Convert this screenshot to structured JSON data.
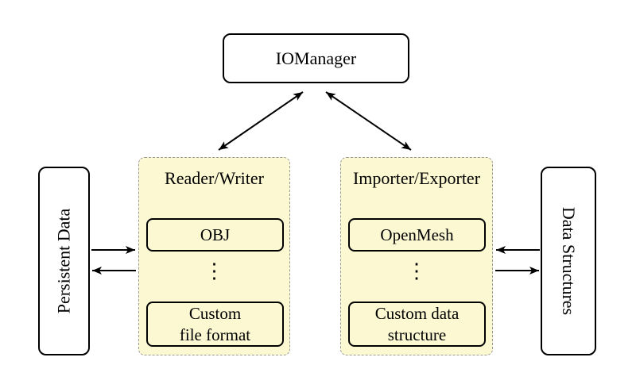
{
  "diagram": {
    "iomanager": {
      "label": "IOManager"
    },
    "persistent_data": {
      "label": "Persistent Data"
    },
    "data_structures": {
      "label": "Data Structures"
    },
    "reader_writer": {
      "title": "Reader/Writer",
      "top_box": "OBJ",
      "dots": "⋮",
      "bottom_box_lines": [
        "Custom",
        "file format"
      ]
    },
    "importer_exporter": {
      "title": "Importer/Exporter",
      "top_box": "OpenMesh",
      "dots": "⋮",
      "bottom_box_lines": [
        "Custom data",
        "structure"
      ]
    },
    "colors": {
      "background": "#FFFFFF",
      "group_fill": "#FBF8D2",
      "group_border": "#9A9A9A",
      "box_border": "#000000",
      "arrow": "#000000"
    }
  }
}
